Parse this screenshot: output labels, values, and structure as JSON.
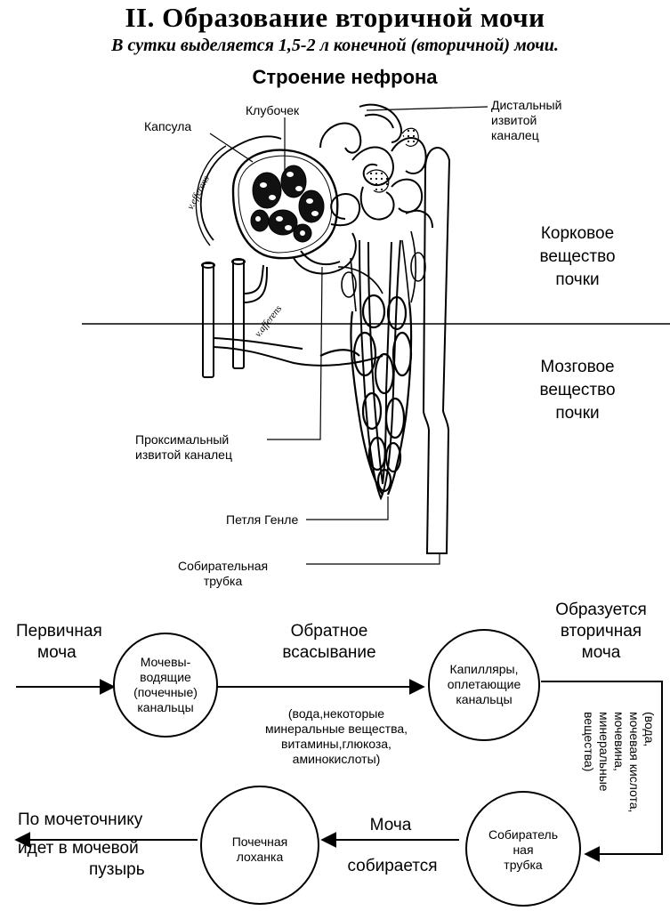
{
  "header": {
    "title": "II. Образование вторичной мочи",
    "subtitle": "В сутки выделяется 1,5-2 л конечной (вторичной) мочи.",
    "section_title": "Строение нефрона"
  },
  "nephron": {
    "labels": {
      "capsule": "Капсула",
      "glomerulus": "Клубочек",
      "distal_line1": "Дистальный",
      "distal_line2": "извитой",
      "distal_line3": "каналец",
      "proximal_line1": "Проксимальный",
      "proximal_line2": "извитой каналец",
      "henle": "Петля Генле",
      "collecting_line1": "Собирательная",
      "collecting_line2": "трубка",
      "v_efferens": "v.efferens",
      "v_afferens": "v.afferens"
    },
    "zones": {
      "cortex_line1": "Корковое",
      "cortex_line2": "вещество",
      "cortex_line3": "почки",
      "medulla_line1": "Мозговое",
      "medulla_line2": "вещество",
      "medulla_line3": "почки"
    }
  },
  "flow": {
    "primary_line1": "Первичная",
    "primary_line2": "моча",
    "reabsorption_line1": "Обратное",
    "reabsorption_line2": "всасывание",
    "secondary_line1": "Образуется",
    "secondary_line2": "вторичная",
    "secondary_line3": "моча",
    "node_tubules_line1": "Мочевы-",
    "node_tubules_line2": "водящие",
    "node_tubules_line3": "(почечные)",
    "node_tubules_line4": "канальцы",
    "node_capillaries_line1": "Капилляры,",
    "node_capillaries_line2": "оплетающие",
    "node_capillaries_line3": "канальцы",
    "reabsorbed_line1": "(вода,некоторые",
    "reabsorbed_line2": "минеральные вещества,",
    "reabsorbed_line3": "витамины,глюкоза,",
    "reabsorbed_line4": "аминокислоты)",
    "vertical_line1": "(вода,",
    "vertical_line2": "мочевая кислота,",
    "vertical_line3": "мочевина,",
    "vertical_line4": "минеральные",
    "vertical_line5": "вещества)",
    "node_collecting_line1": "Собиратель",
    "node_collecting_line2": "ная",
    "node_collecting_line3": "трубка",
    "urine_line1": "Моча",
    "urine_line2": "собирается",
    "node_pelvis_line1": "Почечная",
    "node_pelvis_line2": "лоханка",
    "ureter_line1": "По мочеточнику",
    "ureter_line2": "идет в мочевой",
    "ureter_line3": "пузырь"
  }
}
